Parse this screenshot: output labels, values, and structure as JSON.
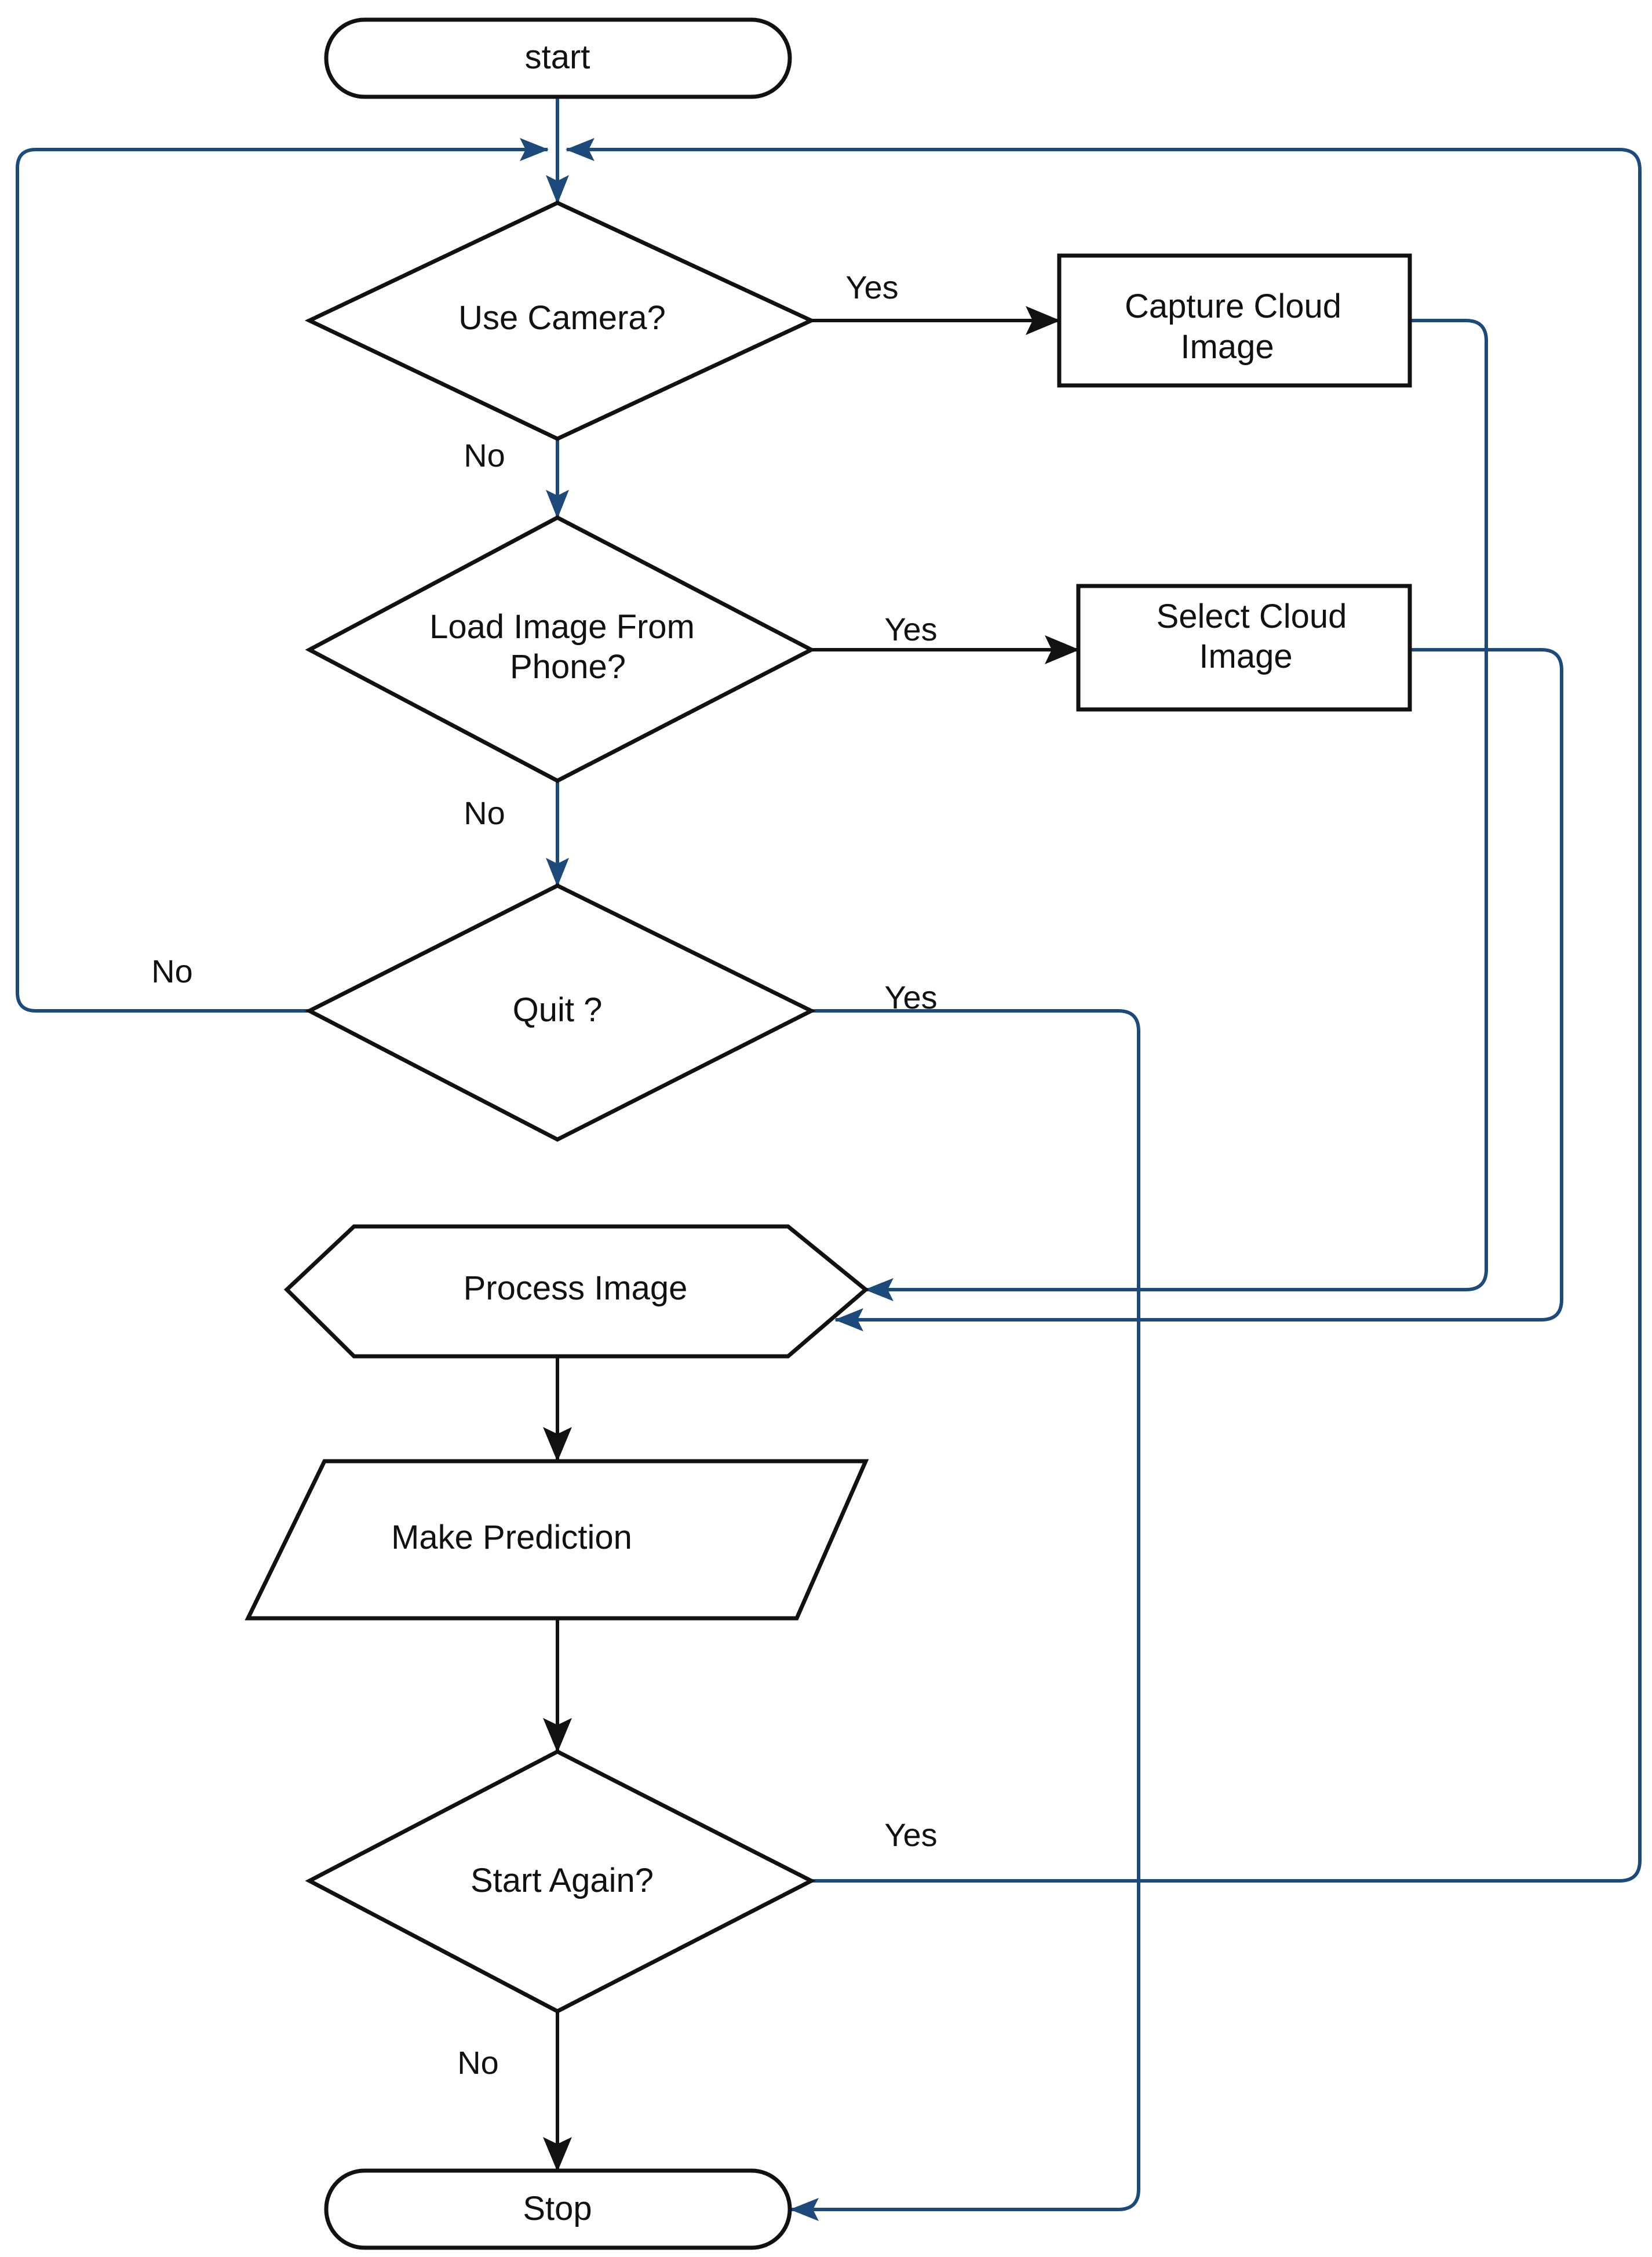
{
  "nodes": {
    "start": "start",
    "use_camera": "Use Camera?",
    "capture_cloud": [
      "Capture Cloud",
      "Image"
    ],
    "load_image": [
      "Load Image From",
      "Phone?"
    ],
    "select_cloud": [
      "Select Cloud",
      "Image"
    ],
    "quit": "Quit ?",
    "process_image": "Process Image",
    "make_prediction": "Make Prediction",
    "start_again": "Start Again?",
    "stop": "Stop"
  },
  "edge_labels": {
    "use_camera_yes": "Yes",
    "use_camera_no": "No",
    "load_image_yes": "Yes",
    "load_image_no": "No",
    "quit_no": "No",
    "quit_yes": "Yes",
    "start_again_yes": "Yes",
    "start_again_no": "No"
  },
  "colors": {
    "node_stroke": "#111111",
    "black_connector": "#111111",
    "blue_connector": "#1c4a7a",
    "background": "#ffffff"
  }
}
